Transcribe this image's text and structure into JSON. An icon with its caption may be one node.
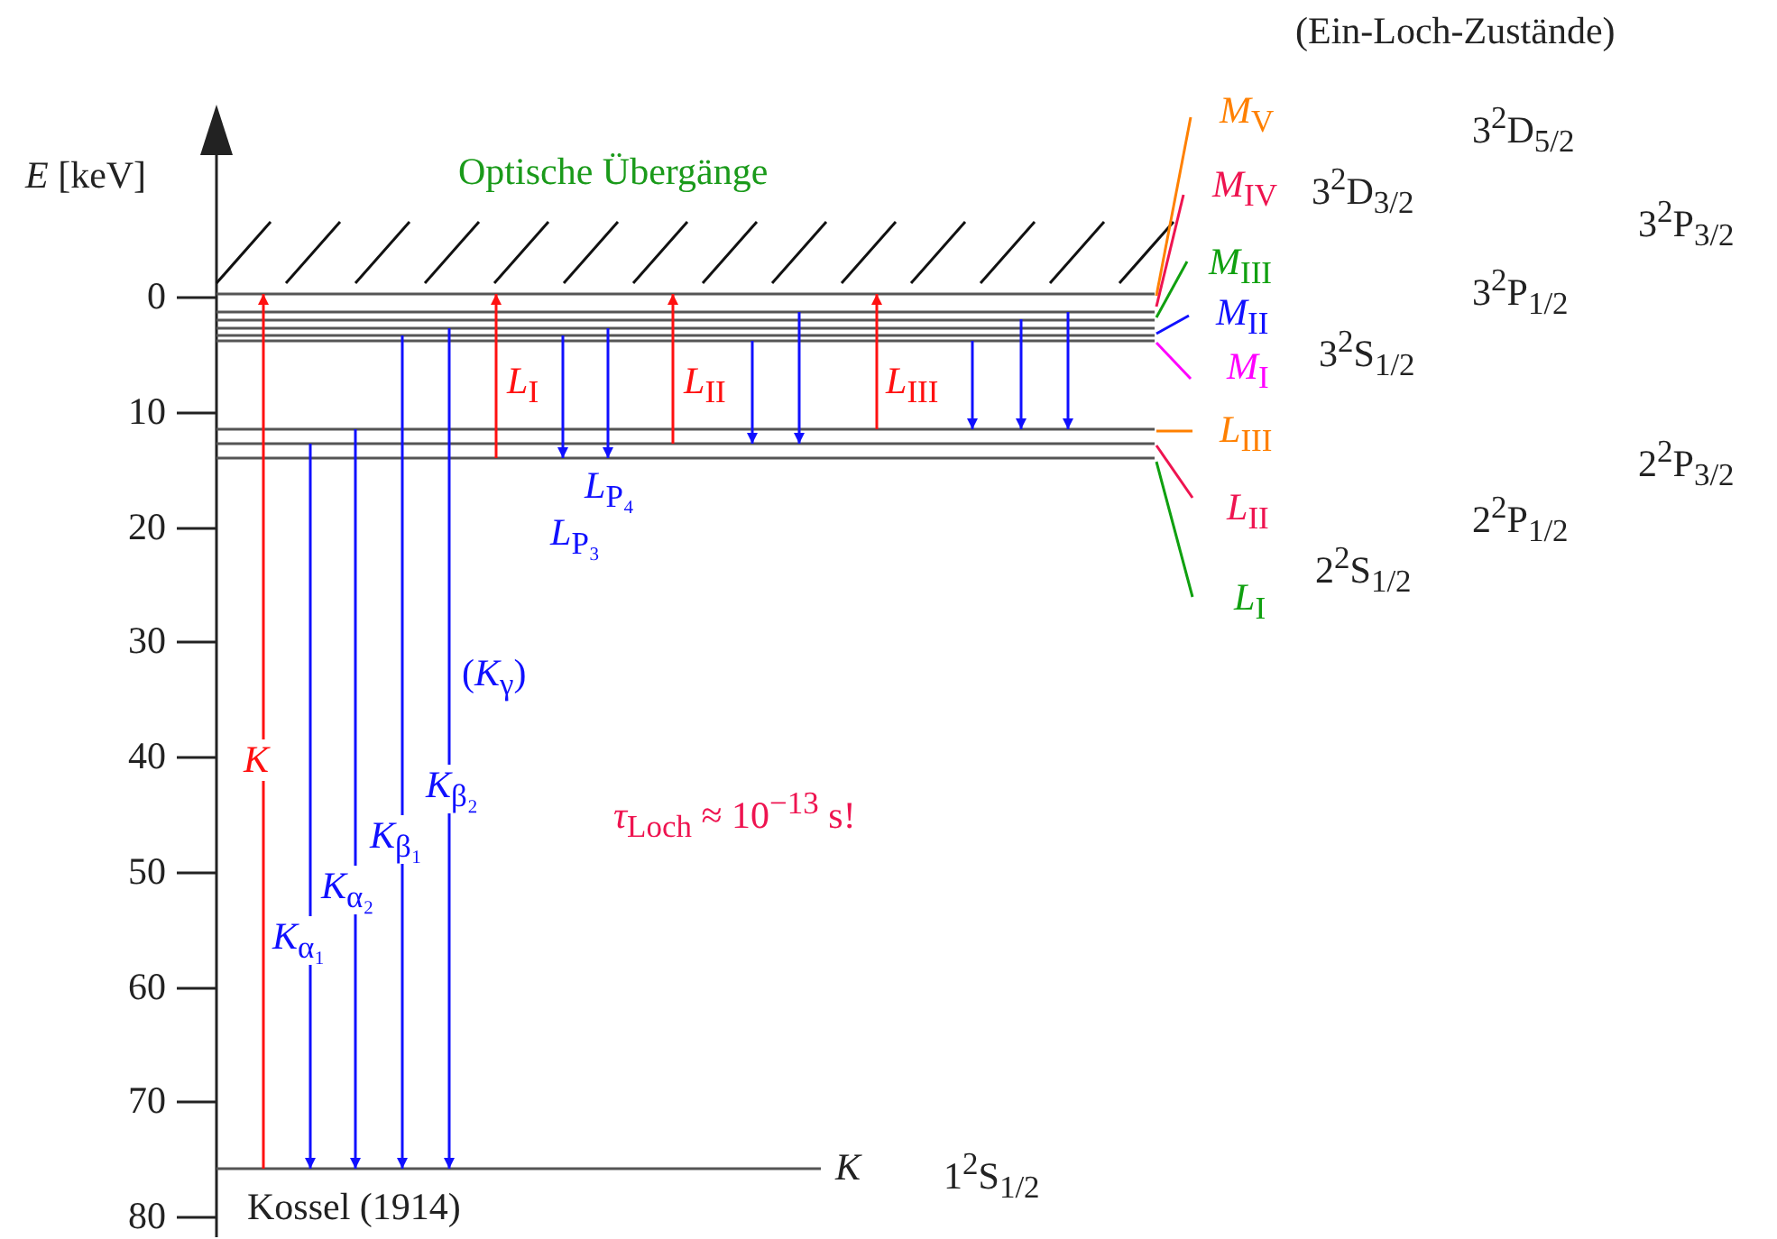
{
  "diagram": {
    "nodes": [
      {
        "text": [
          "*M*$_{V}$"
        ]
      },
      {
        "text": [
          "*M*$_{IV}$"
        ]
      },
      {
        "text": [
          "*M*$_{III}$"
        ]
      },
      {
        "text": [
          "*M*$_{II}$"
        ]
      },
      {
        "text": [
          "*M*$_{I}$"
        ]
      },
      {
        "text": [
          "*L*$_{III}$"
        ]
      },
      {
        "text": [
          "*L*$_{II}$"
        ]
      },
      {
        "text": [
          "*L*$_{I}$"
        ]
      }
    ],
    "edges": [
      {
        "from": 0,
        "to": null,
        "arrow": "none",
        "color": "#ff8000"
      },
      {
        "from": 1,
        "to": null,
        "arrow": "none",
        "color": "#ee1450"
      },
      {
        "from": 2,
        "to": null,
        "arrow": "none",
        "color": "#10a010"
      },
      {
        "from": 3,
        "to": null,
        "arrow": "none",
        "color": "#1010ff"
      },
      {
        "from": 4,
        "to": null,
        "arrow": "none",
        "color": "#ff00ff"
      },
      {
        "from": 5,
        "to": null,
        "arrow": "none",
        "color": "#ff8000"
      },
      {
        "from": 6,
        "to": null,
        "arrow": "none",
        "color": "#ee1450"
      },
      {
        "from": 7,
        "to": null,
        "arrow": "none",
        "color": "#10a010"
      }
    ],
    "labels": [
      "(Ein-Loch-Zustände)",
      "*E* [keV]",
      "3$^{2}$D$_{5/2}$",
      "Optische Übergänge",
      "3$^{2}$D$_{3/2}$",
      "3$^{2}$P$_{3/2}$",
      "3$^{2}$P$_{1/2}$",
      "0",
      "3$^{2}$S$_{1/2}$",
      "*L*$_{I}$",
      "*L*$_{II}$",
      "*L*$_{III}$",
      "10",
      "2$^{2}$P$_{3/2}$",
      "*L*$_{P₄}$",
      "2$^{2}$P$_{1/2}$",
      "*L*$_{P₃}$",
      "20",
      "2$^{2}$S$_{1/2}$",
      "30",
      "(*K*$_{γ}$)",
      "40",
      "*K*",
      "*K*$_{β₂}$",
      "*τ*$_{Loch}$ ≈ 10$^{−13}$ s!",
      "*K*$_{β₁}$",
      "50",
      "*K*$_{α₂}$",
      "60",
      "*K*$_{α₁}$",
      "70",
      "*K*",
      "1$^{2}$S$_{1/2}$",
      "80",
      "Kossel (1914)"
    ]
  }
}
